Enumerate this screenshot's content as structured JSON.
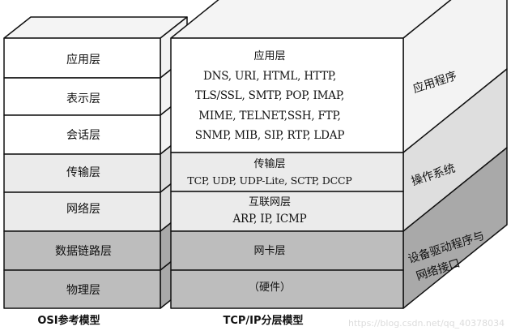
{
  "osi": {
    "caption": "OSI参考模型",
    "layers": [
      "应用层",
      "表示层",
      "会话层",
      "传输层",
      "网络层",
      "数据链路层",
      "物理层"
    ]
  },
  "tcpip": {
    "caption": "TCP/IP分层模型",
    "application": {
      "name": "应用层",
      "protocol_lines": [
        "DNS, URI, HTML, HTTP,",
        "TLS/SSL, SMTP, POP, IMAP,",
        "MIME, TELNET,SSH, FTP,",
        "SNMP, MIB, SIP, RTP, LDAP"
      ]
    },
    "transport": {
      "name": "传输层",
      "protocols": "TCP, UDP, UDP-Lite, SCTP, DCCP"
    },
    "internet": {
      "name": "互联网层",
      "protocols": "ARP, IP, ICMP"
    },
    "link": {
      "name": "网卡层"
    },
    "hardware": {
      "name": "（硬件）"
    }
  },
  "right_side": {
    "application_program": "应用程序",
    "operating_system": "操作系统",
    "driver_line1": "设备驱动程序与",
    "driver_line2": "网络接口"
  },
  "watermark": "https://blog.csdn.net/qq_40378034",
  "colors": {
    "white": "#ffffff",
    "light_gray": "#ebebeb",
    "dark_gray": "#bdbdbd",
    "side_white": "#f3f3f3",
    "side_light": "#dedede",
    "side_dark": "#a9a9a9",
    "top_face": "#f4f4f4",
    "stroke": "#111111"
  }
}
